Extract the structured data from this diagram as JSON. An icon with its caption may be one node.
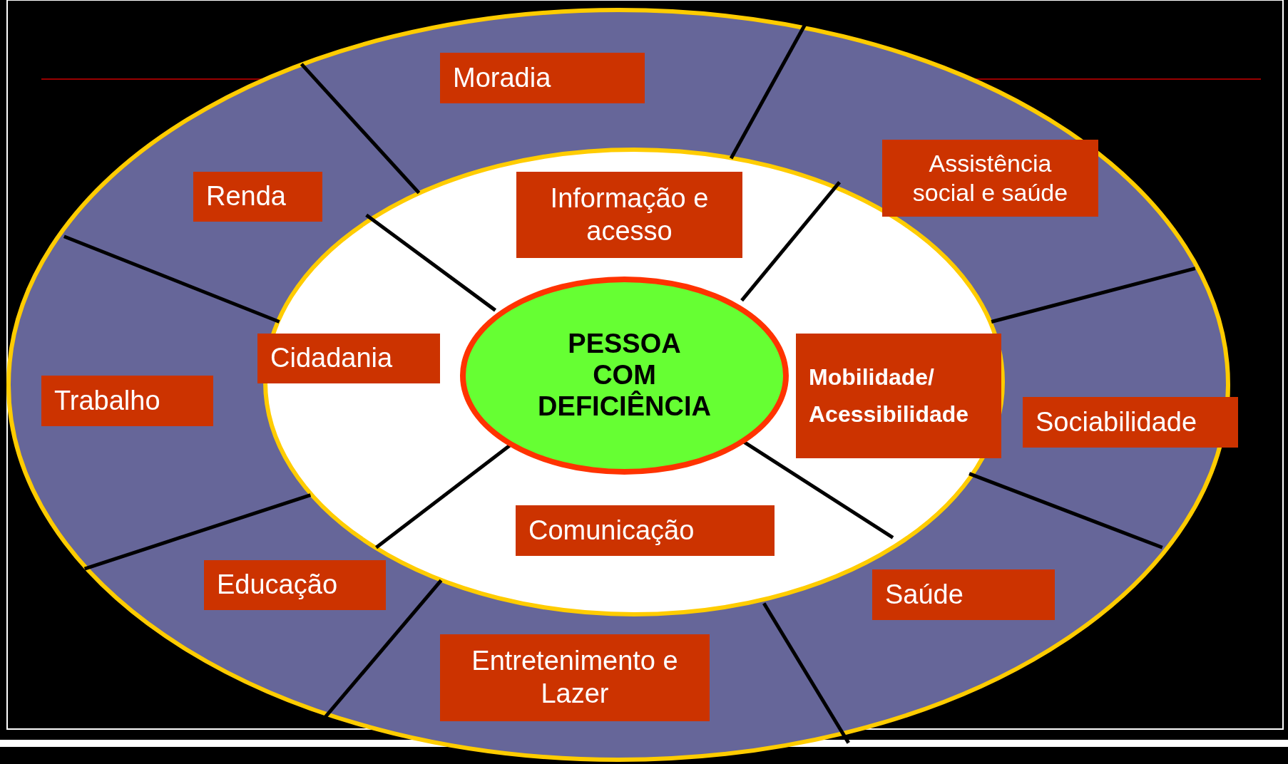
{
  "diagram": {
    "nodes": [
      {
        "text": [
          "Moradia"
        ]
      },
      {
        "text": [
          "Renda"
        ]
      },
      {
        "text": [
          "Informação e acesso"
        ]
      },
      {
        "text": [
          "Assistência social e saúde"
        ]
      },
      {
        "text": [
          "Cidadania"
        ]
      },
      {
        "text": [
          "PESSOA COM DEFICIÊNCIA"
        ]
      },
      {
        "text": [
          "Mobilidade/ Acessibilidade"
        ]
      },
      {
        "text": [
          "Trabalho"
        ]
      },
      {
        "text": [
          "Sociabilidade"
        ]
      },
      {
        "text": [
          "Comunicação"
        ]
      },
      {
        "text": [
          "Educação"
        ]
      },
      {
        "text": [
          "Saúde"
        ]
      },
      {
        "text": [
          "Entretenimento e Lazer"
        ]
      }
    ]
  }
}
